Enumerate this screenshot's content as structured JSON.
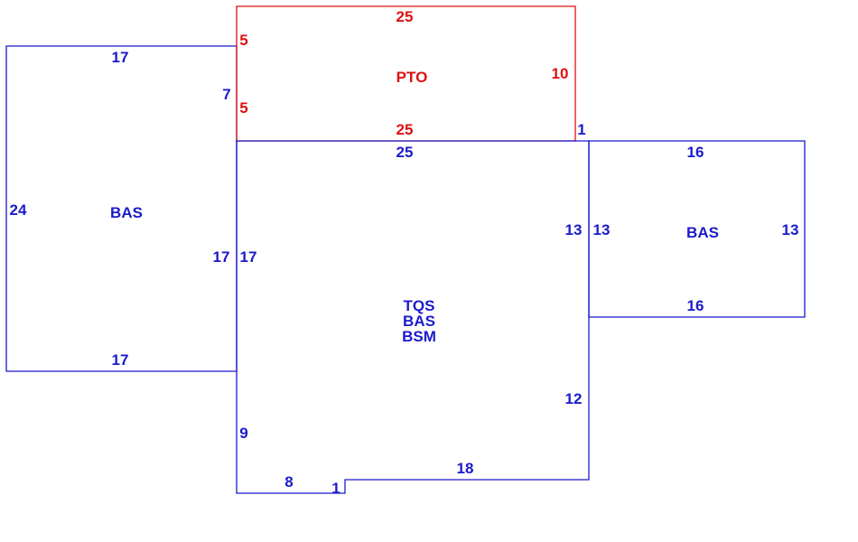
{
  "colors": {
    "building": "#1a1acc",
    "porch": "#dd1111",
    "background": "#ffffff"
  },
  "areas": {
    "left_wing": {
      "label": "BAS",
      "dim_top": "17",
      "dim_bottom": "17",
      "dim_left": "24",
      "dim_right_upper": "7",
      "dim_right_lower": "17"
    },
    "porch": {
      "label": "PTO",
      "dim_top": "25",
      "dim_bottom": "25",
      "dim_left_upper": "5",
      "dim_left_lower": "5",
      "dim_right": "10",
      "dim_corner": "1"
    },
    "main": {
      "labels": [
        "TQS",
        "BAS",
        "BSM"
      ],
      "dim_top": "25",
      "dim_left_upper": "17",
      "dim_left_lower": "9",
      "dim_right_upper": "13",
      "dim_right_lower": "12",
      "dim_bottom_left": "8",
      "dim_jog": "1",
      "dim_bottom_right": "18"
    },
    "right_wing": {
      "label": "BAS",
      "dim_top": "16",
      "dim_bottom": "16",
      "dim_left": "13",
      "dim_right": "13"
    }
  }
}
